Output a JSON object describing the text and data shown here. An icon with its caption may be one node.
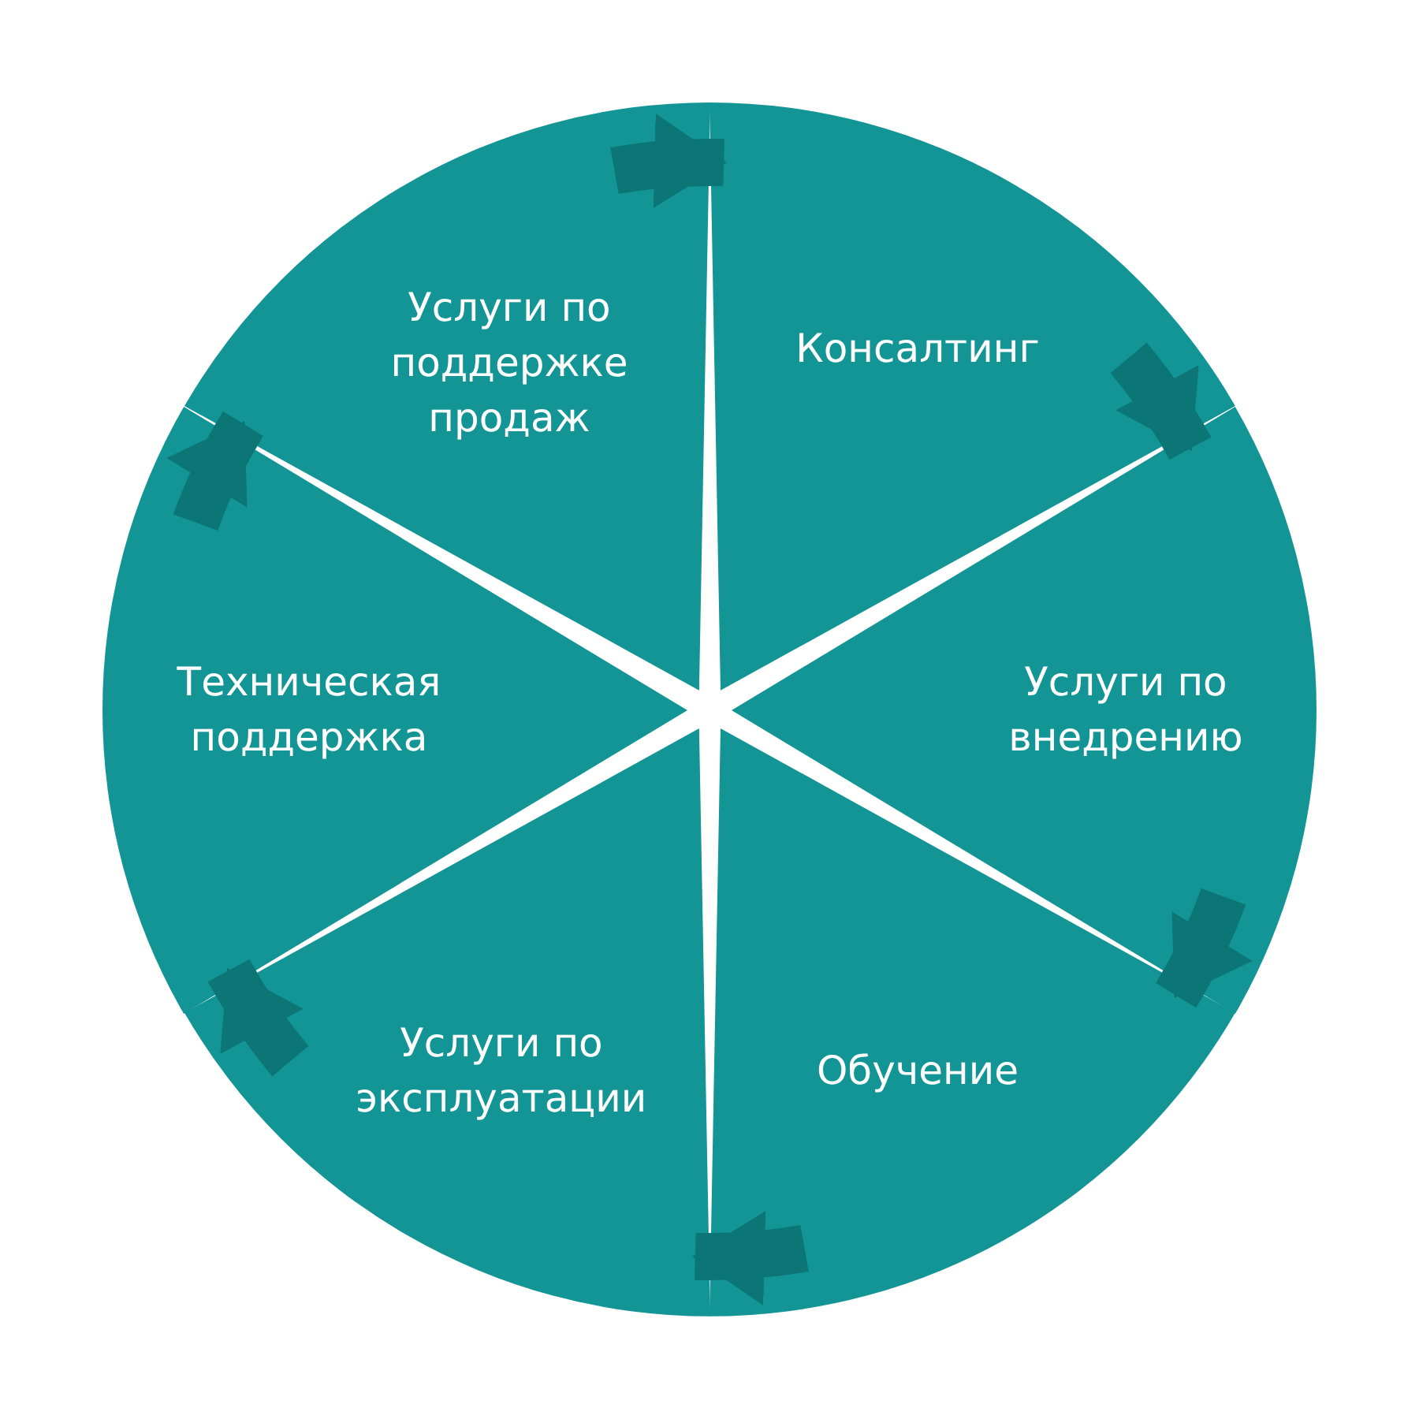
{
  "diagram": {
    "nodes": [
      {
        "text": [
          "Услуги по поддержке продаж"
        ]
      },
      {
        "text": [
          "Консалтинг"
        ]
      },
      {
        "text": [
          "Услуги по внедрению"
        ]
      },
      {
        "text": [
          "Обучение"
        ]
      },
      {
        "text": [
          "Услуги по эксплуатации"
        ]
      },
      {
        "text": [
          "Техническая поддержка"
        ]
      }
    ],
    "edges": [
      {
        "from": 0,
        "to": 1,
        "arrow": "to"
      },
      {
        "from": 1,
        "to": 2,
        "arrow": "to"
      },
      {
        "from": 2,
        "to": 3,
        "arrow": "to"
      },
      {
        "from": 3,
        "to": 4,
        "arrow": "to"
      },
      {
        "from": 4,
        "to": 5,
        "arrow": "to"
      },
      {
        "from": 5,
        "to": 0,
        "arrow": "to"
      }
    ]
  }
}
